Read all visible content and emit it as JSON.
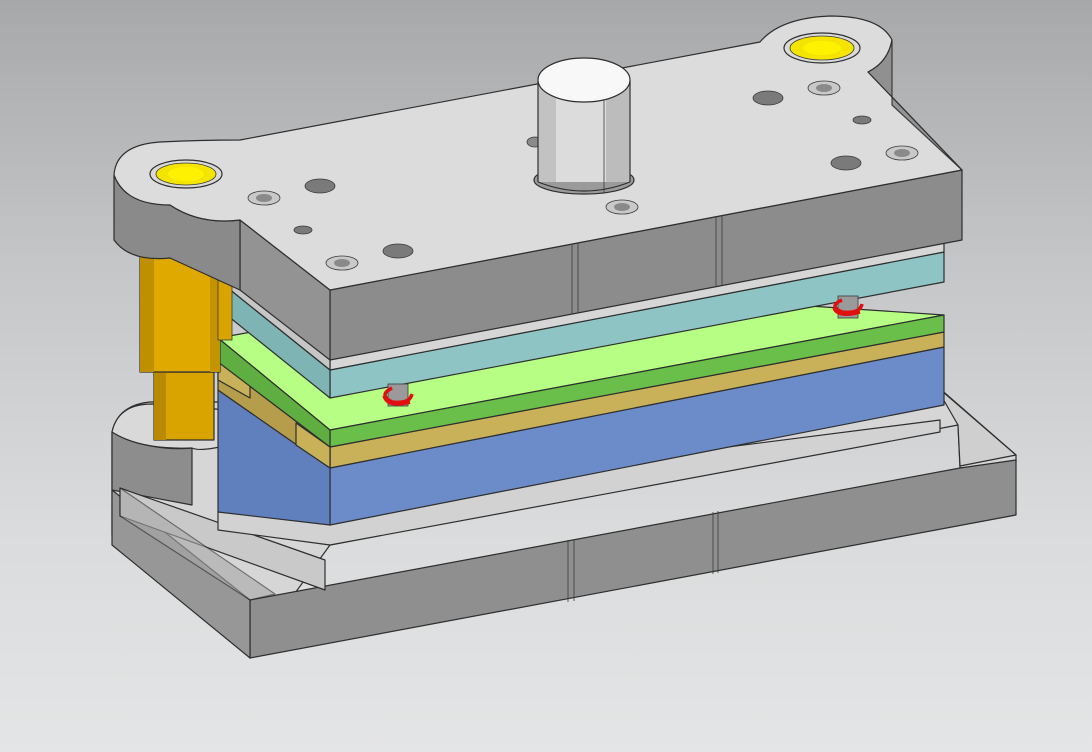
{
  "viewport": {
    "name": "cad-3d-viewport",
    "model": "stamping-die-assembly"
  },
  "colors": {
    "background_top": "#a6a8aa",
    "background_bottom": "#e4e5e6",
    "steel_light": "#d9d9d9",
    "steel_dark": "#8e8e8e",
    "punch_plate": "#8fc4c4",
    "stripper_plate": "#b6ff84",
    "stripper_side": "#6abf4b",
    "backing_plate": "#c9b15a",
    "die_plate": "#6b8cc9",
    "guide_post": "#d9a300",
    "guide_bushing": "#f5e400",
    "spring": "#e01010"
  },
  "parts": [
    {
      "name": "upper-die-shoe",
      "icon": "upper-die-shoe-icon"
    },
    {
      "name": "shank",
      "icon": "shank-icon"
    },
    {
      "name": "punch-plate",
      "icon": "punch-plate-icon"
    },
    {
      "name": "stripper-plate",
      "icon": "stripper-plate-icon"
    },
    {
      "name": "backing-plate",
      "icon": "backing-plate-icon"
    },
    {
      "name": "die-plate",
      "icon": "die-plate-icon"
    },
    {
      "name": "lower-die-shoe",
      "icon": "lower-die-shoe-icon"
    },
    {
      "name": "guide-post",
      "icon": "guide-post-icon"
    },
    {
      "name": "guide-bushing-left",
      "icon": "guide-bushing-icon"
    },
    {
      "name": "guide-bushing-right",
      "icon": "guide-bushing-icon"
    },
    {
      "name": "spring-left",
      "icon": "spring-icon"
    },
    {
      "name": "spring-right",
      "icon": "spring-icon"
    }
  ]
}
